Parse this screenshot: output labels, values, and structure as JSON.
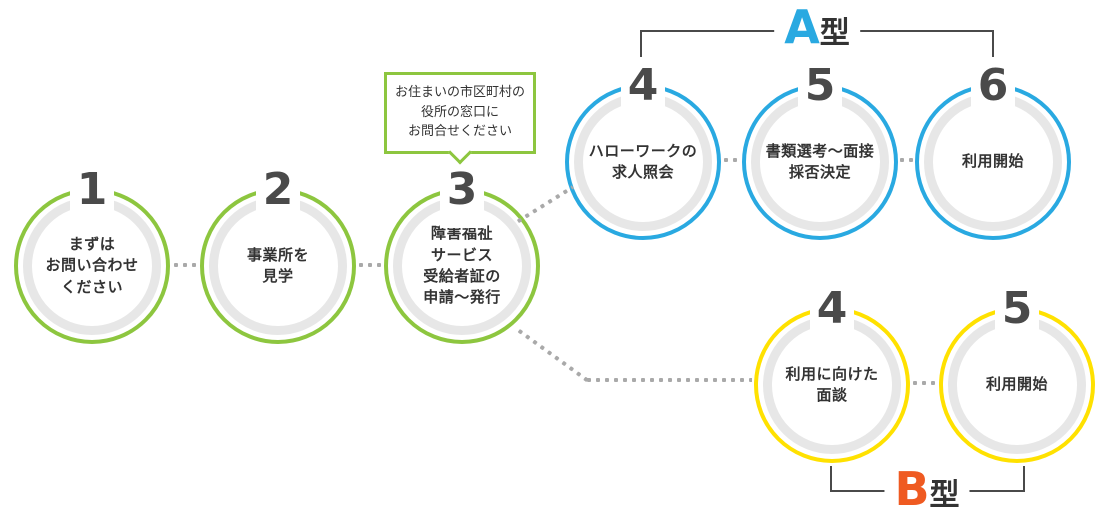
{
  "flow": {
    "title": "service-use-flow-diagram",
    "common_steps": [
      {
        "number": "1",
        "text": "まずは\nお問い合わせ\nください"
      },
      {
        "number": "2",
        "text": "事業所を\n見学"
      },
      {
        "number": "3",
        "text": "障害福祉\nサービス\n受給者証の\n申請〜発行"
      }
    ],
    "callout": {
      "text": "お住まいの市区町村の\n役所の窓口に\nお問合せください"
    },
    "branch_a": {
      "label_letter": "A",
      "label_suffix": "型",
      "steps": [
        {
          "number": "4",
          "text": "ハローワークの\n求人照会"
        },
        {
          "number": "5",
          "text": "書類選考〜面接\n採否決定"
        },
        {
          "number": "6",
          "text": "利用開始"
        }
      ]
    },
    "branch_b": {
      "label_letter": "B",
      "label_suffix": "型",
      "steps": [
        {
          "number": "4",
          "text": "利用に向けた\n面談"
        },
        {
          "number": "5",
          "text": "利用開始"
        }
      ]
    },
    "colors": {
      "common_circle_border": "#8dc63f",
      "branch_a_circle_border": "#29a9e1",
      "branch_b_circle_border": "#ffe100",
      "branch_a_letter": "#29a9e1",
      "branch_b_letter": "#ef5a21",
      "step_text": "#333333",
      "step_number": "#4a4a4a",
      "inner_ring": "#e7e7e7",
      "connector_dots": "#a9a9a9",
      "callout_border": "#8dc63f"
    }
  }
}
